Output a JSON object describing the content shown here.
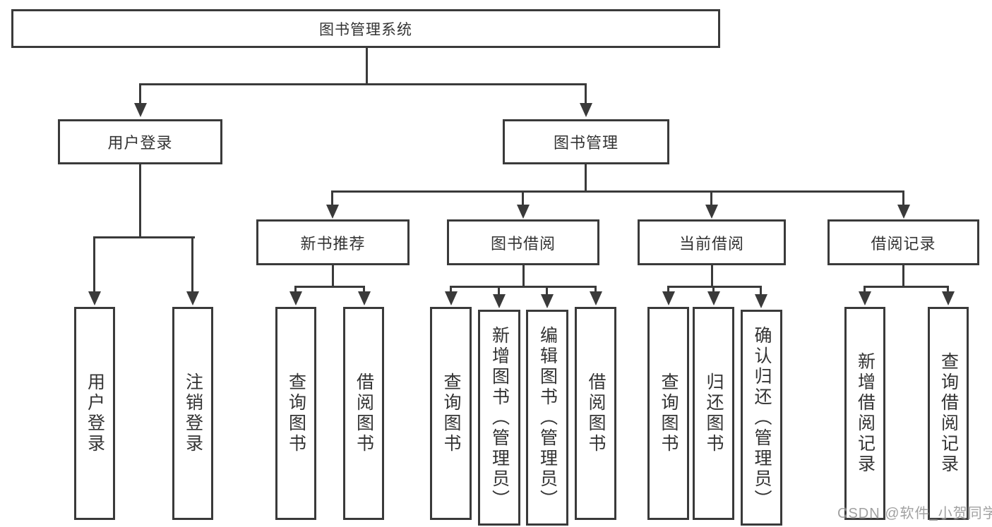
{
  "colors": {
    "line": "#3a3a3a",
    "text": "#333333",
    "background": "#ffffff",
    "watermark": "#919191"
  },
  "tree": {
    "label": "图书管理系统",
    "children": [
      {
        "label": "用户登录",
        "children": [
          {
            "label": "用户登录"
          },
          {
            "label": "注销登录"
          }
        ]
      },
      {
        "label": "图书管理",
        "children": [
          {
            "label": "新书推荐",
            "children": [
              {
                "label": "查询图书"
              },
              {
                "label": "借阅图书"
              }
            ]
          },
          {
            "label": "图书借阅",
            "children": [
              {
                "label": "查询图书"
              },
              {
                "label": "新增图书（管理员）"
              },
              {
                "label": "编辑图书（管理员）"
              },
              {
                "label": "借阅图书"
              }
            ]
          },
          {
            "label": "当前借阅",
            "children": [
              {
                "label": "查询图书"
              },
              {
                "label": "归还图书"
              },
              {
                "label": "确认归还（管理员）"
              }
            ]
          },
          {
            "label": "借阅记录",
            "children": [
              {
                "label": "新增借阅记录"
              },
              {
                "label": "查询借阅记录"
              }
            ]
          }
        ]
      }
    ]
  },
  "watermark": {
    "text": "CSDN @软件_小贺同学"
  }
}
